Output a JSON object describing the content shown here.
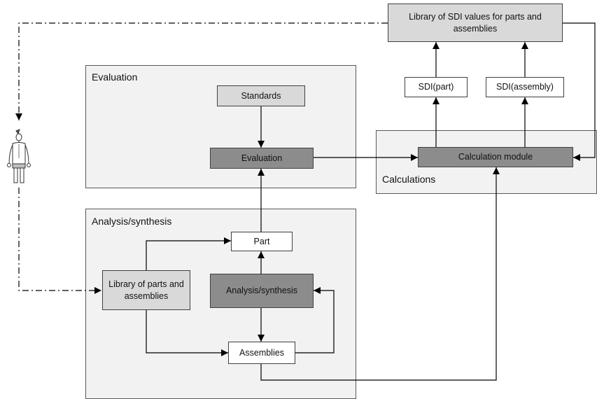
{
  "regions": {
    "evaluation": "Evaluation",
    "analysis": "Analysis/synthesis",
    "calculations": "Calculations"
  },
  "nodes": {
    "library_sdi": "Library of SDI values for parts and assemblies",
    "sdi_part": "SDI(part)",
    "sdi_assembly": "SDI(assembly)",
    "standards": "Standards",
    "evaluation": "Evaluation",
    "calculation_module": "Calculation module",
    "part": "Part",
    "library_parts": "Library of parts and assemblies",
    "analysis_synthesis": "Analysis/synthesis",
    "assemblies": "Assemblies"
  },
  "icons": {
    "user": "person-figure-icon"
  },
  "colors": {
    "region_fill": "#f2f2f2",
    "light_box": "#d9d9d9",
    "dark_box": "#8c8c8c",
    "line": "#000000"
  }
}
